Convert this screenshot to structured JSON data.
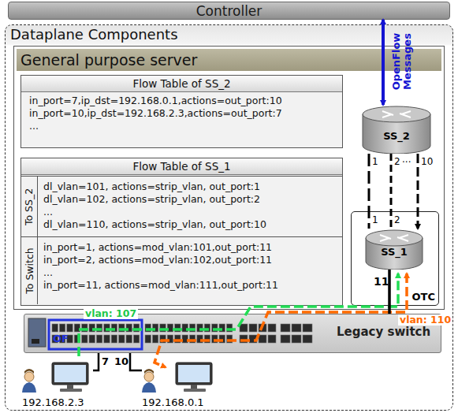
{
  "diagram": {
    "nodes": [
      {
        "text": [
          "Controller"
        ]
      },
      {
        "text": [
          "Dataplane Components"
        ]
      },
      {
        "text": [
          "General purpose server"
        ],
        "in": 1
      },
      {
        "text": [
          "Flow Table of SS_2",
          "in_port=7,ip_dst=192.168.0.1,actions=out_port:10",
          "in_port=10,ip_dst=192.168.2.3,actions=out_port:7",
          "..."
        ],
        "in": 2
      },
      {
        "text": [
          "Flow Table of SS_1"
        ],
        "in": 2
      },
      {
        "text": [
          "To SS_2",
          "dl_vlan=101, actions=strip_vlan, out_port:1",
          "dl_vlan=102, actions=strip_vlan, out_port:2",
          "...",
          "dl_vlan=110, actions=strip_vlan, out_port:10"
        ],
        "in": 4
      },
      {
        "text": [
          "To Switch",
          "in_port=1, actions=mod_vlan:101,out_port:11",
          "in_port=2, actions=mod_vlan:102,out_port:11",
          "...",
          "in_port=11, actions=mod_vlan:111,out_port:11"
        ],
        "in": 4
      },
      {
        "text": [
          "SS_2"
        ],
        "in": 2
      },
      {
        "text": [
          "OTC"
        ],
        "in": 2
      },
      {
        "text": [
          "SS_1"
        ],
        "in": 8
      },
      {
        "text": [
          "Legacy switch"
        ],
        "in": 1
      },
      {
        "text": [
          "192.168.2.3"
        ],
        "in": 1
      },
      {
        "text": [
          "192.168.0.1"
        ],
        "in": 1
      }
    ],
    "edges": [
      {
        "from": 0,
        "to": 7,
        "arrow": "both",
        "label": "OpenFlow Messages"
      },
      {
        "from": 7,
        "to": 9,
        "arrow": "none"
      },
      {
        "from": 7,
        "to": 9,
        "arrow": "none"
      },
      {
        "from": 7,
        "to": 9,
        "arrow": "to"
      },
      {
        "from": 10,
        "to": 9,
        "arrow": "none"
      },
      {
        "from": 11,
        "to": 10,
        "arrow": "none"
      },
      {
        "from": 12,
        "to": 10,
        "arrow": "none"
      }
    ],
    "labels": [
      "1",
      "2",
      "...",
      "10",
      "1",
      "2",
      "11",
      "vlan: 107",
      "vlan: 110",
      "OF",
      "7",
      "10"
    ]
  }
}
